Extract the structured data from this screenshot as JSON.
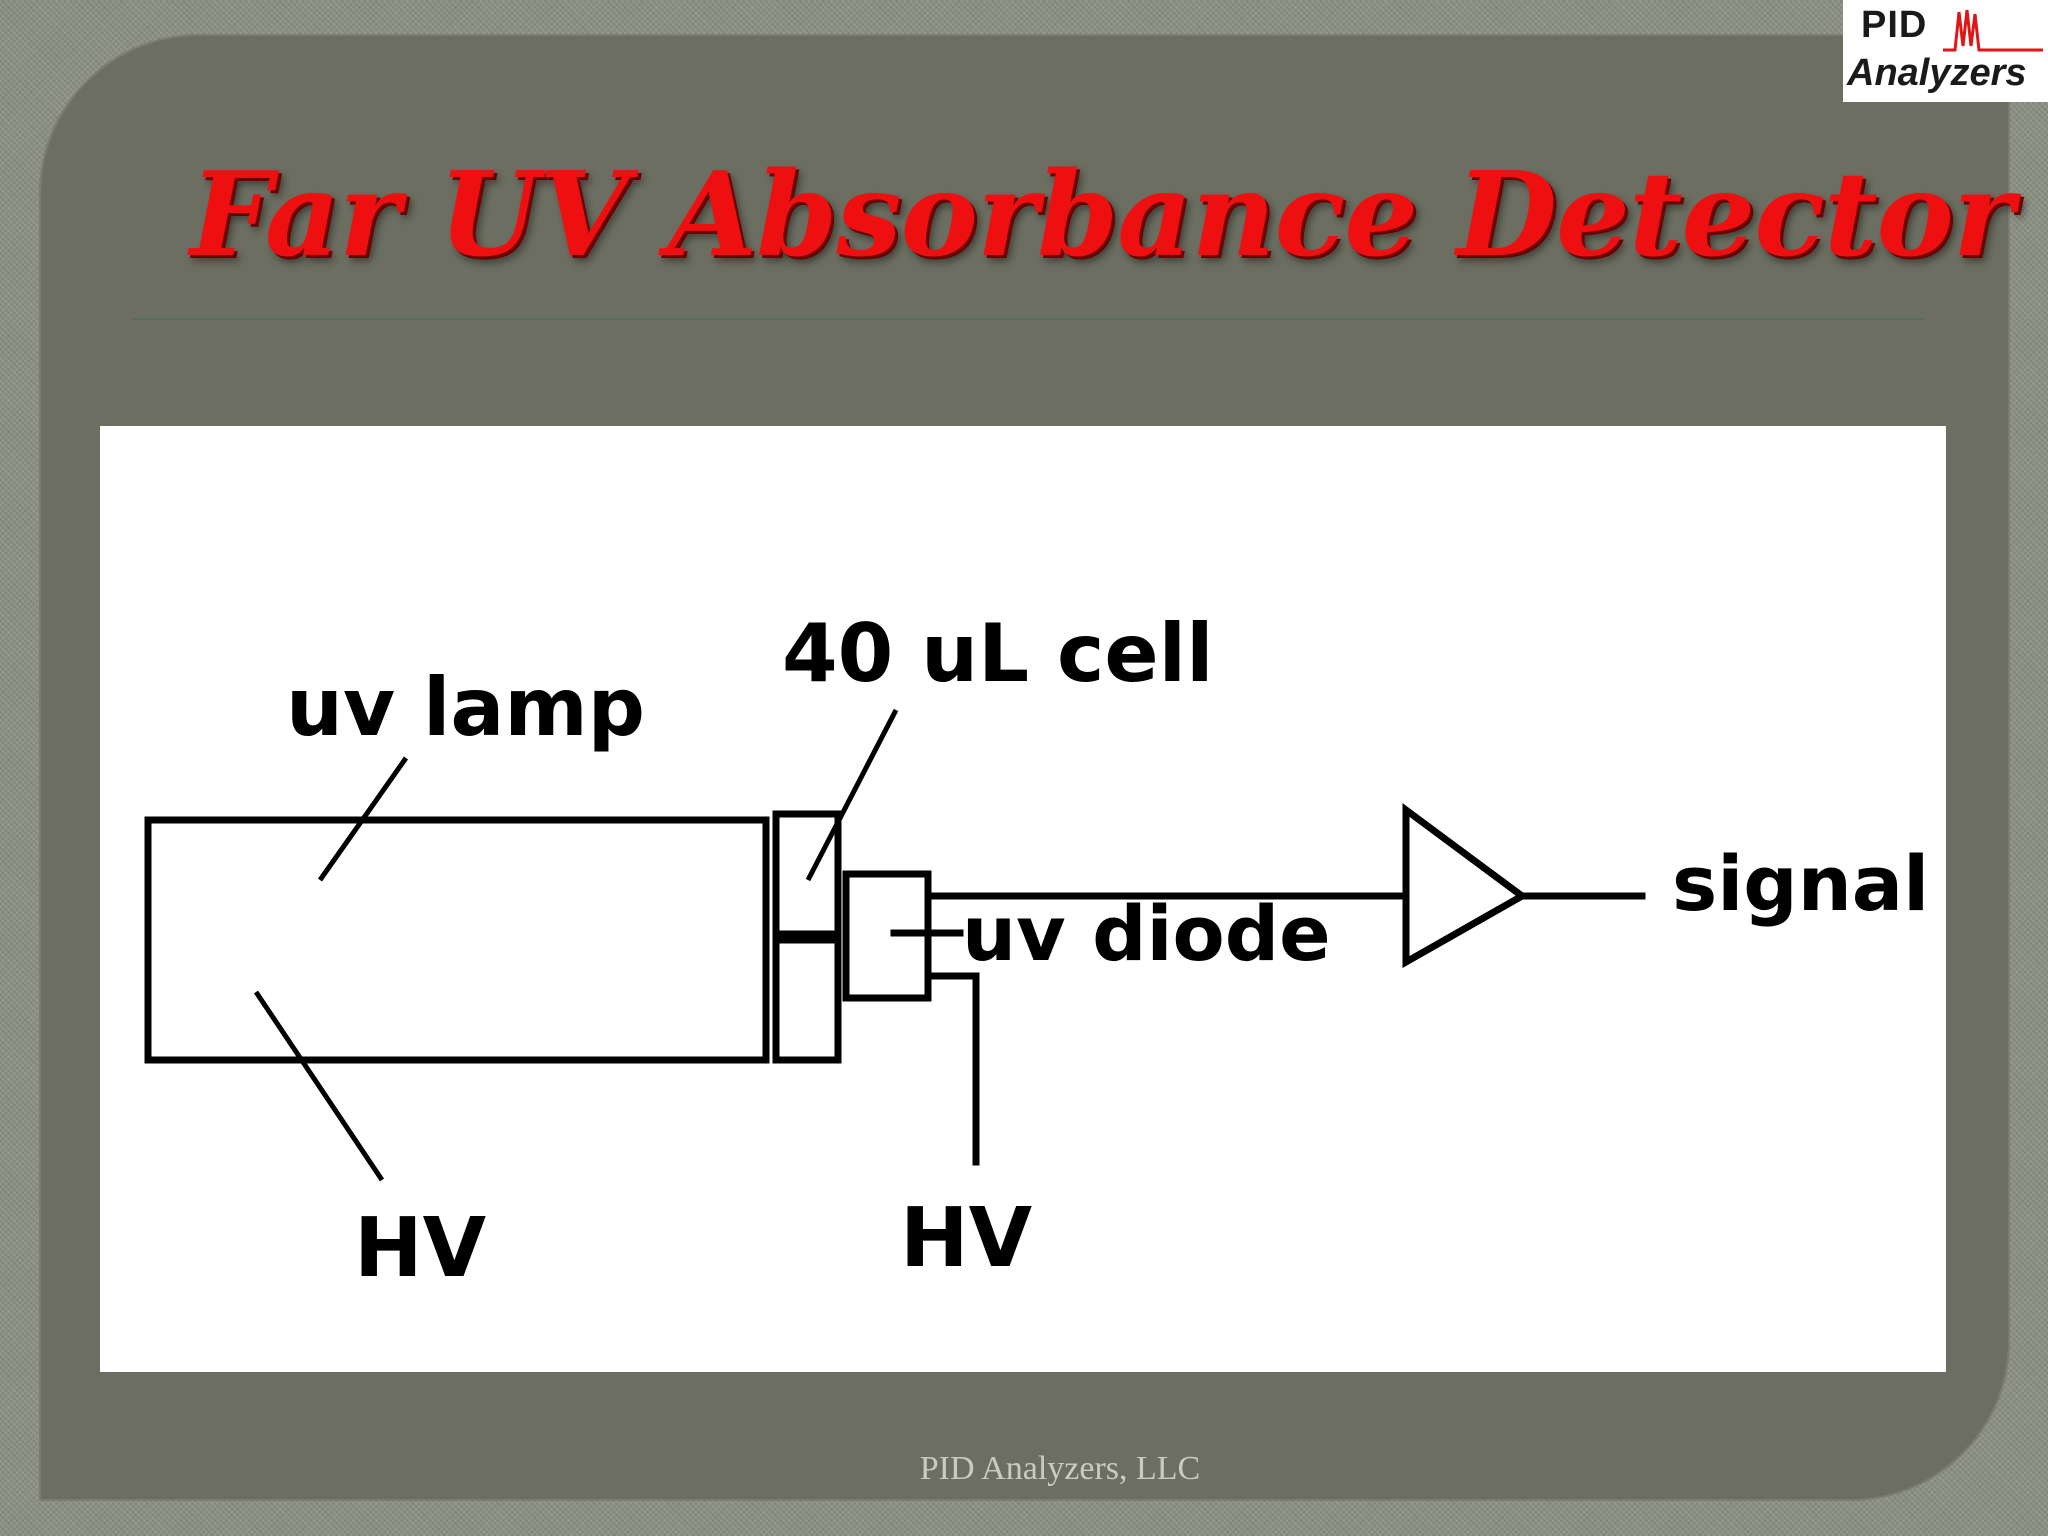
{
  "slide": {
    "title": "Far UV Absorbance Detector",
    "footer": "PID Analyzers, LLC"
  },
  "logo": {
    "line1": "PID",
    "line2": "Analyzers",
    "wave_icon": "chromatogram-peaks-icon",
    "wave_color": "#e01515"
  },
  "diagram": {
    "labels": {
      "lamp": "uv lamp",
      "cell": "40 uL cell",
      "diode": "uv diode",
      "signal": "signal",
      "hv_lamp": "HV",
      "hv_diode": "HV"
    },
    "components": [
      "uv-lamp",
      "flow-cell",
      "uv-diode",
      "amplifier"
    ]
  },
  "colors": {
    "title": "#ee1010",
    "panel": "#6b6e60",
    "background": "#8d9184",
    "footer": "#c9cbc2"
  }
}
